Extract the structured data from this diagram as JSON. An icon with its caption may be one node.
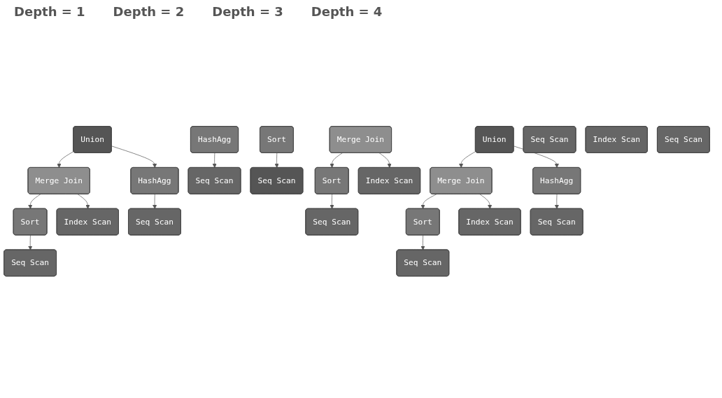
{
  "diagram": {
    "nodes": [
      {
        "text": [
          "Union"
        ]
      },
      {
        "text": [
          "Merge Join"
        ]
      },
      {
        "text": [
          "HashAgg"
        ]
      },
      {
        "text": [
          "Sort"
        ]
      },
      {
        "text": [
          "Index Scan"
        ]
      },
      {
        "text": [
          "Seq Scan"
        ]
      },
      {
        "text": [
          "Seq Scan"
        ]
      },
      {
        "text": [
          "Seq Scan"
        ]
      },
      {
        "text": [
          "Index Scan"
        ]
      },
      {
        "text": [
          "Seq Scan"
        ]
      },
      {
        "text": [
          "HashAgg"
        ]
      },
      {
        "text": [
          "Seq Scan"
        ]
      },
      {
        "text": [
          "Sort"
        ]
      },
      {
        "text": [
          "Seq Scan"
        ]
      },
      {
        "text": [
          "Merge Join"
        ]
      },
      {
        "text": [
          "Sort"
        ]
      },
      {
        "text": [
          "Index Scan"
        ]
      },
      {
        "text": [
          "Seq Scan"
        ]
      },
      {
        "text": [
          "Union"
        ]
      },
      {
        "text": [
          "Merge Join"
        ]
      },
      {
        "text": [
          "HashAgg"
        ]
      },
      {
        "text": [
          "Sort"
        ]
      },
      {
        "text": [
          "Index Scan"
        ]
      },
      {
        "text": [
          "Seq Scan"
        ]
      },
      {
        "text": [
          "Seq Scan"
        ]
      }
    ],
    "edges": [
      {
        "from": 0,
        "to": 1,
        "arrow": "to"
      },
      {
        "from": 0,
        "to": 2,
        "arrow": "to"
      },
      {
        "from": 1,
        "to": 3,
        "arrow": "to"
      },
      {
        "from": 1,
        "to": 4,
        "arrow": "to"
      },
      {
        "from": 2,
        "to": 5,
        "arrow": "to"
      },
      {
        "from": 3,
        "to": 6,
        "arrow": "to"
      },
      {
        "from": 10,
        "to": 11,
        "arrow": "to"
      },
      {
        "from": 12,
        "to": 13,
        "arrow": "to"
      },
      {
        "from": 14,
        "to": 15,
        "arrow": "to"
      },
      {
        "from": 14,
        "to": 16,
        "arrow": "to"
      },
      {
        "from": 15,
        "to": 17,
        "arrow": "to"
      },
      {
        "from": 18,
        "to": 19,
        "arrow": "to"
      },
      {
        "from": 18,
        "to": 20,
        "arrow": "to"
      },
      {
        "from": 19,
        "to": 21,
        "arrow": "to"
      },
      {
        "from": 19,
        "to": 22,
        "arrow": "to"
      },
      {
        "from": 20,
        "to": 23,
        "arrow": "to"
      },
      {
        "from": 21,
        "to": 24,
        "arrow": "to"
      }
    ],
    "labels": [
      "Depth = 1",
      "Depth = 2",
      "Depth = 3",
      "Depth = 4"
    ]
  }
}
